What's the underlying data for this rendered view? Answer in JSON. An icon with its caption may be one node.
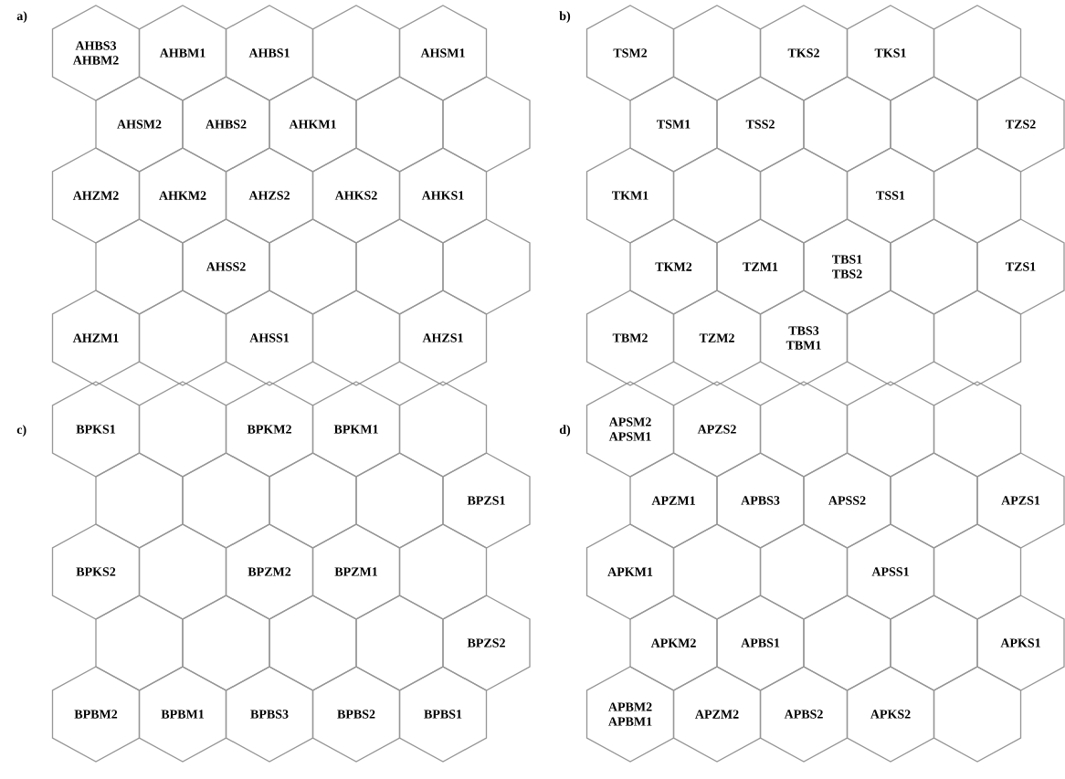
{
  "diagram": {
    "nodes": [
      {
        "text": [
          "AHBS3",
          "AHBM2"
        ]
      },
      {
        "text": [
          "AHBM1"
        ]
      },
      {
        "text": [
          "AHBS1"
        ]
      },
      {
        "text": [],
        "shape": "hexagon"
      },
      {
        "text": [
          "AHSM1"
        ]
      },
      {
        "text": [
          "AHSM2"
        ]
      },
      {
        "text": [
          "AHBS2"
        ]
      },
      {
        "text": [
          "AHKM1"
        ]
      },
      {
        "text": [],
        "shape": "hexagon"
      },
      {
        "text": [],
        "shape": "hexagon"
      },
      {
        "text": [
          "AHZM2"
        ]
      },
      {
        "text": [
          "AHKM2"
        ]
      },
      {
        "text": [
          "AHZS2"
        ]
      },
      {
        "text": [
          "AHKS2"
        ]
      },
      {
        "text": [
          "AHKS1"
        ]
      },
      {
        "text": [],
        "shape": "hexagon"
      },
      {
        "text": [
          "AHSS2"
        ]
      },
      {
        "text": [],
        "shape": "hexagon"
      },
      {
        "text": [],
        "shape": "hexagon"
      },
      {
        "text": [],
        "shape": "hexagon"
      },
      {
        "text": [
          "AHZM1"
        ]
      },
      {
        "text": [],
        "shape": "hexagon"
      },
      {
        "text": [
          "AHSS1"
        ]
      },
      {
        "text": [],
        "shape": "hexagon"
      },
      {
        "text": [
          "AHZS1"
        ]
      },
      {
        "text": [
          "TSM2"
        ]
      },
      {
        "text": [],
        "shape": "hexagon"
      },
      {
        "text": [
          "TKS2"
        ]
      },
      {
        "text": [
          "TKS1"
        ]
      },
      {
        "text": [],
        "shape": "hexagon"
      },
      {
        "text": [
          "TSM1"
        ]
      },
      {
        "text": [
          "TSS2"
        ]
      },
      {
        "text": [],
        "shape": "hexagon"
      },
      {
        "text": [],
        "shape": "hexagon"
      },
      {
        "text": [
          "TZS2"
        ]
      },
      {
        "text": [
          "TKM1"
        ]
      },
      {
        "text": [],
        "shape": "hexagon"
      },
      {
        "text": [],
        "shape": "hexagon"
      },
      {
        "text": [
          "TSS1"
        ]
      },
      {
        "text": [],
        "shape": "hexagon"
      },
      {
        "text": [
          "TKM2"
        ]
      },
      {
        "text": [
          "TZM1"
        ]
      },
      {
        "text": [
          "TBS1",
          "TBS2"
        ]
      },
      {
        "text": [],
        "shape": "hexagon"
      },
      {
        "text": [
          "TZS1"
        ]
      },
      {
        "text": [
          "TBM2"
        ]
      },
      {
        "text": [
          "TZM2"
        ]
      },
      {
        "text": [
          "TBS3",
          "TBM1"
        ]
      },
      {
        "text": [],
        "shape": "hexagon"
      },
      {
        "text": [],
        "shape": "hexagon"
      },
      {
        "text": [
          "BPKS1"
        ]
      },
      {
        "text": [],
        "shape": "hexagon"
      },
      {
        "text": [
          "BPKM2"
        ]
      },
      {
        "text": [
          "BPKM1"
        ]
      },
      {
        "text": [],
        "shape": "hexagon"
      },
      {
        "text": [],
        "shape": "hexagon"
      },
      {
        "text": [],
        "shape": "hexagon"
      },
      {
        "text": [],
        "shape": "hexagon"
      },
      {
        "text": [],
        "shape": "hexagon"
      },
      {
        "text": [
          "BPZS1"
        ]
      },
      {
        "text": [
          "BPKS2"
        ]
      },
      {
        "text": [],
        "shape": "hexagon"
      },
      {
        "text": [
          "BPZM2"
        ]
      },
      {
        "text": [
          "BPZM1"
        ]
      },
      {
        "text": [],
        "shape": "hexagon"
      },
      {
        "text": [],
        "shape": "hexagon"
      },
      {
        "text": [],
        "shape": "hexagon"
      },
      {
        "text": [],
        "shape": "hexagon"
      },
      {
        "text": [],
        "shape": "hexagon"
      },
      {
        "text": [
          "BPZS2"
        ]
      },
      {
        "text": [
          "BPBM2"
        ]
      },
      {
        "text": [
          "BPBM1"
        ]
      },
      {
        "text": [
          "BPBS3"
        ]
      },
      {
        "text": [
          "BPBS2"
        ]
      },
      {
        "text": [
          "BPBS1"
        ]
      },
      {
        "text": [
          "APSM2",
          "APSM1"
        ]
      },
      {
        "text": [
          "APZS2"
        ]
      },
      {
        "text": [],
        "shape": "hexagon"
      },
      {
        "text": [],
        "shape": "hexagon"
      },
      {
        "text": [],
        "shape": "hexagon"
      },
      {
        "text": [
          "APZM1"
        ]
      },
      {
        "text": [
          "APBS3"
        ]
      },
      {
        "text": [
          "APSS2"
        ]
      },
      {
        "text": [],
        "shape": "hexagon"
      },
      {
        "text": [
          "APZS1"
        ]
      },
      {
        "text": [
          "APKM1"
        ]
      },
      {
        "text": [],
        "shape": "hexagon"
      },
      {
        "text": [],
        "shape": "hexagon"
      },
      {
        "text": [
          "APSS1"
        ]
      },
      {
        "text": [],
        "shape": "hexagon"
      },
      {
        "text": [
          "APKM2"
        ]
      },
      {
        "text": [
          "APBS1"
        ]
      },
      {
        "text": [],
        "shape": "hexagon"
      },
      {
        "text": [],
        "shape": "hexagon"
      },
      {
        "text": [
          "APKS1"
        ]
      },
      {
        "text": [
          "APBM2",
          "APBM1"
        ]
      },
      {
        "text": [
          "APZM2"
        ]
      },
      {
        "text": [
          "APBS2"
        ]
      },
      {
        "text": [
          "APKS2"
        ]
      },
      {
        "text": [],
        "shape": "hexagon"
      }
    ],
    "labels": [
      "a)",
      "b)",
      "c)",
      "d)"
    ]
  }
}
